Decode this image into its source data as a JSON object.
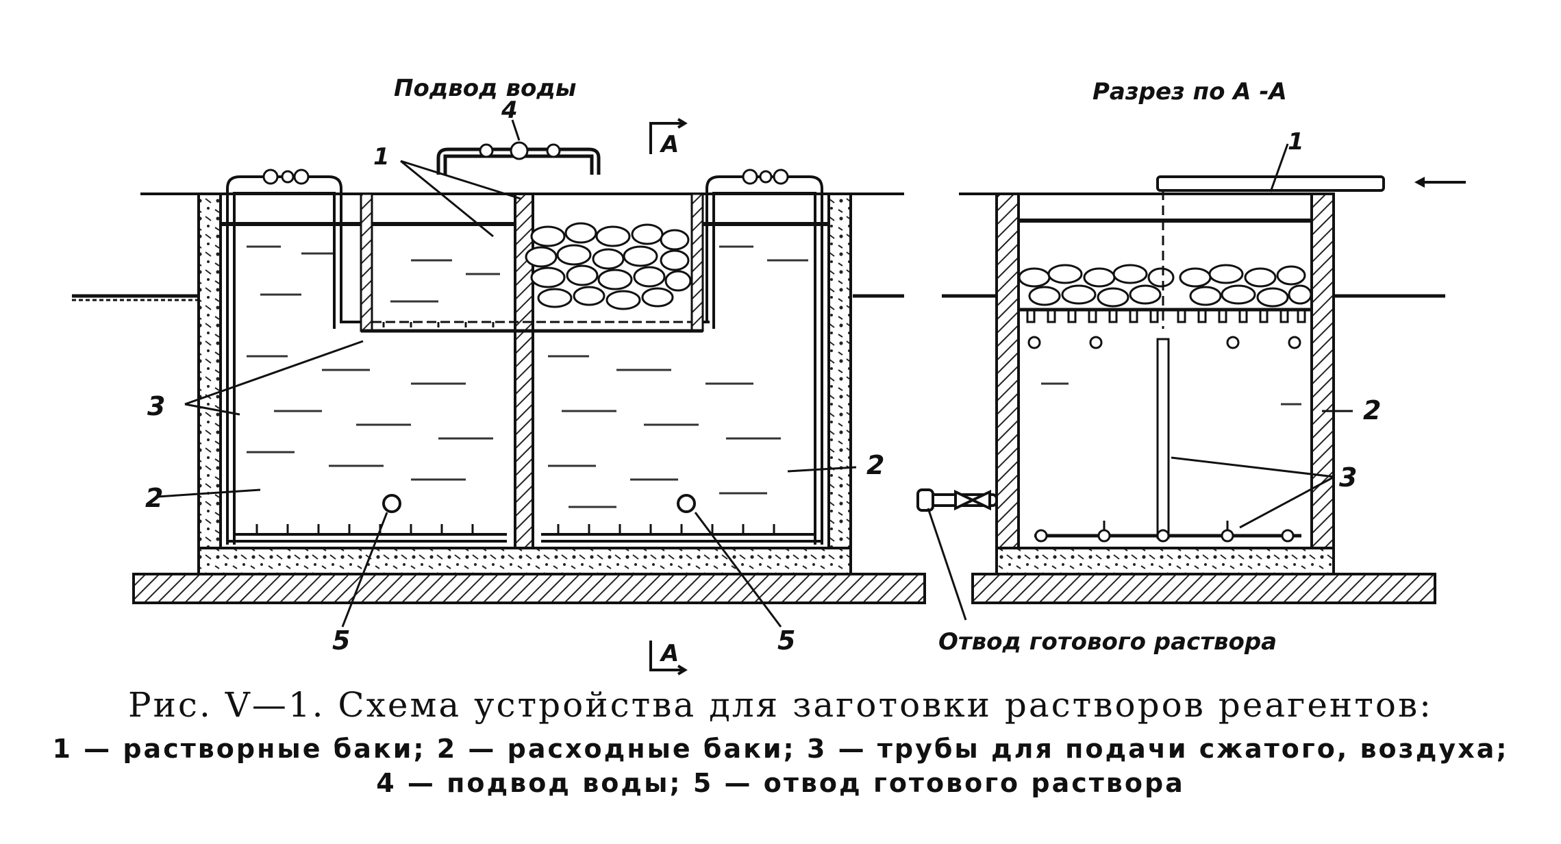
{
  "labels": {
    "water_supply": "Подвод воды",
    "section_title": "Разрез по А -А",
    "solution_outlet": "Отвод готового раствора",
    "section_mark_top": "А",
    "section_mark_bottom": "А"
  },
  "callouts": {
    "c1_left": "1",
    "c1_right": "1",
    "c2_left": "2",
    "c2_mid": "2",
    "c2_right": "2",
    "c3_left": "3",
    "c3_right": "3",
    "c4": "4",
    "c5_left": "5",
    "c5_right": "5"
  },
  "caption": {
    "title": "Рис. V—1.  Схема устройства для заготовки растворов реагентов:",
    "legend_line1": "1 — растворные баки;  2 — расходные баки;  3 — трубы для подачи сжатого, воздуха;",
    "legend_line2": "4 — подвод воды; 5 — отвод готового раствора"
  }
}
